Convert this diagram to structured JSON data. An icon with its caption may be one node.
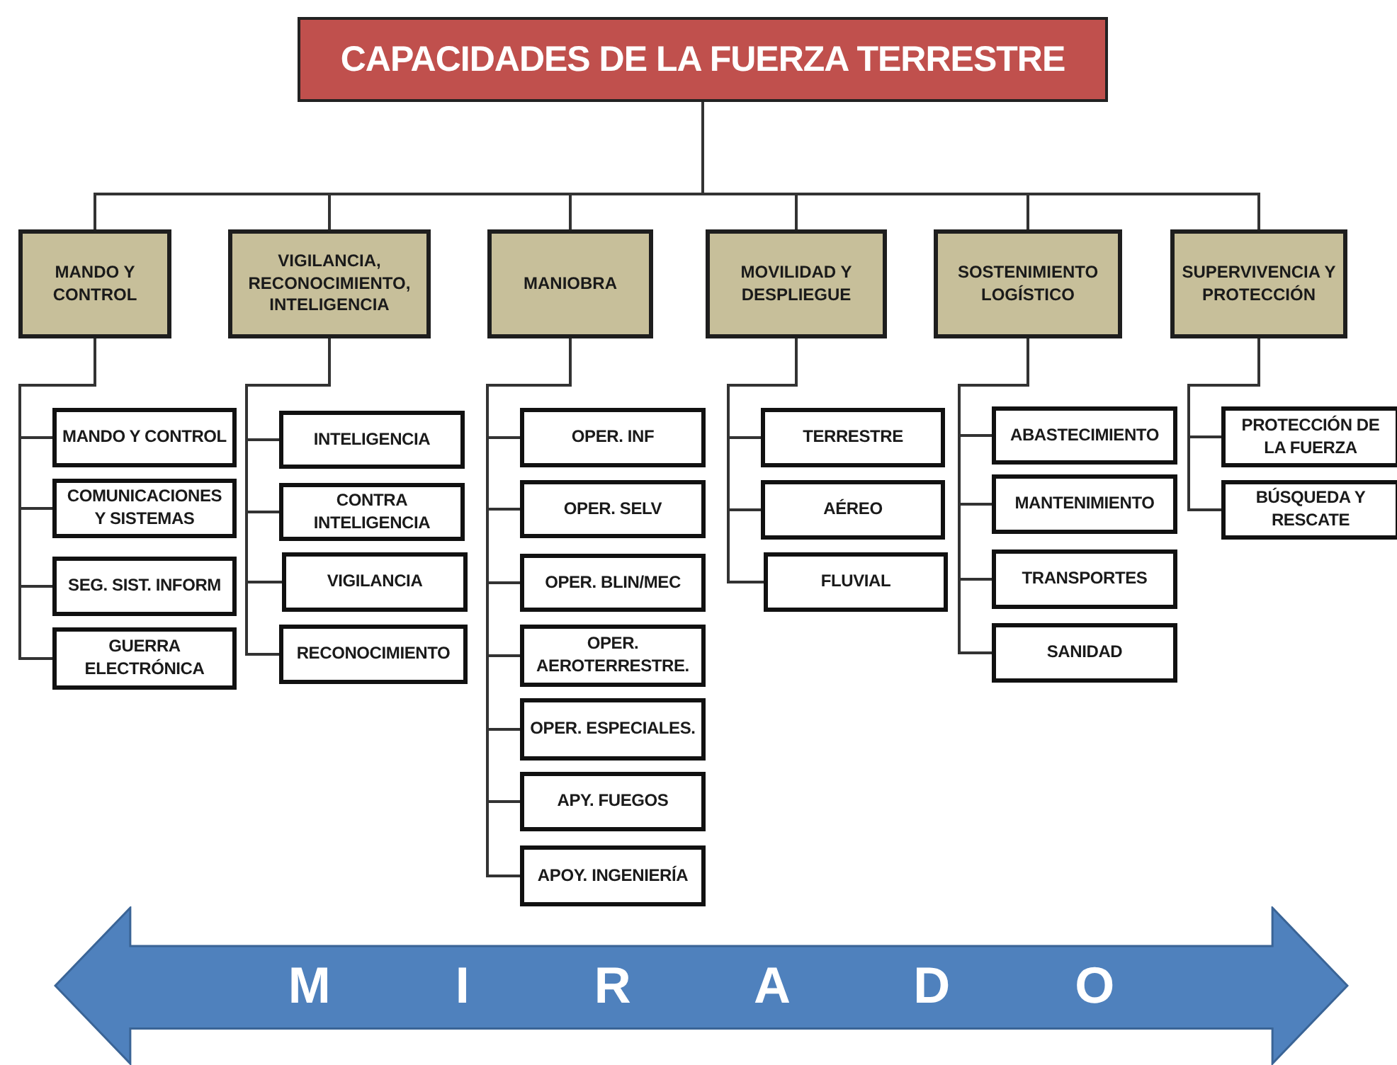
{
  "diagram": {
    "nodes": [
      {
        "text": [
          "CAPACIDADES DE LA FUERZA TERRESTRE"
        ]
      },
      {
        "text": [
          "MANDO Y CONTROL"
        ]
      },
      {
        "text": [
          "VIGILANCIA, RECONOCIMIENTO, INTELIGENCIA"
        ]
      },
      {
        "text": [
          "MANIOBRA"
        ]
      },
      {
        "text": [
          "MOVILIDAD Y DESPLIEGUE"
        ]
      },
      {
        "text": [
          "SOSTENIMIENTO LOGÍSTICO"
        ]
      },
      {
        "text": [
          "SUPERVIVENCIA Y PROTECCIÓN"
        ]
      },
      {
        "text": [
          "MANDO Y CONTROL"
        ]
      },
      {
        "text": [
          "COMUNICACIONES Y SISTEMAS"
        ]
      },
      {
        "text": [
          "SEG. SIST. INFORM"
        ]
      },
      {
        "text": [
          "GUERRA ELECTRÓNICA"
        ]
      },
      {
        "text": [
          "INTELIGENCIA"
        ]
      },
      {
        "text": [
          "CONTRA INTELIGENCIA"
        ]
      },
      {
        "text": [
          "VIGILANCIA"
        ]
      },
      {
        "text": [
          "RECONOCIMIENTO"
        ]
      },
      {
        "text": [
          "OPER. INF"
        ]
      },
      {
        "text": [
          "OPER. SELV"
        ]
      },
      {
        "text": [
          "OPER. BLIN/MEC"
        ]
      },
      {
        "text": [
          "OPER. AEROTERRESTRE."
        ]
      },
      {
        "text": [
          "OPER. ESPECIALES."
        ]
      },
      {
        "text": [
          "APY. FUEGOS"
        ]
      },
      {
        "text": [
          "APOY. INGENIERÍA"
        ]
      },
      {
        "text": [
          "TERRESTRE"
        ]
      },
      {
        "text": [
          "AÉREO"
        ]
      },
      {
        "text": [
          "FLUVIAL"
        ]
      },
      {
        "text": [
          "ABASTECIMIENTO"
        ]
      },
      {
        "text": [
          "MANTENIMIENTO"
        ]
      },
      {
        "text": [
          "TRANSPORTES"
        ]
      },
      {
        "text": [
          "SANIDAD"
        ]
      },
      {
        "text": [
          "PROTECCIÓN DE LA FUERZA"
        ]
      },
      {
        "text": [
          "BÚSQUEDA Y RESCATE"
        ]
      },
      {
        "text": [
          "M I R A D O"
        ]
      }
    ],
    "edges": [
      {
        "from": 0,
        "to": 1,
        "arrow": "none"
      },
      {
        "from": 0,
        "to": 2,
        "arrow": "none"
      },
      {
        "from": 0,
        "to": 3,
        "arrow": "none"
      },
      {
        "from": 0,
        "to": 4,
        "arrow": "none"
      },
      {
        "from": 0,
        "to": 5,
        "arrow": "none"
      },
      {
        "from": 0,
        "to": 6,
        "arrow": "none"
      },
      {
        "from": 1,
        "to": 7,
        "arrow": "none"
      },
      {
        "from": 1,
        "to": 8,
        "arrow": "none"
      },
      {
        "from": 1,
        "to": 9,
        "arrow": "none"
      },
      {
        "from": 1,
        "to": 10,
        "arrow": "none"
      },
      {
        "from": 2,
        "to": 11,
        "arrow": "none"
      },
      {
        "from": 2,
        "to": 12,
        "arrow": "none"
      },
      {
        "from": 2,
        "to": 13,
        "arrow": "none"
      },
      {
        "from": 2,
        "to": 14,
        "arrow": "none"
      },
      {
        "from": 3,
        "to": 15,
        "arrow": "none"
      },
      {
        "from": 3,
        "to": 16,
        "arrow": "none"
      },
      {
        "from": 3,
        "to": 17,
        "arrow": "none"
      },
      {
        "from": 3,
        "to": 18,
        "arrow": "none"
      },
      {
        "from": 3,
        "to": 19,
        "arrow": "none"
      },
      {
        "from": 3,
        "to": 20,
        "arrow": "none"
      },
      {
        "from": 3,
        "to": 21,
        "arrow": "none"
      },
      {
        "from": 4,
        "to": 22,
        "arrow": "none"
      },
      {
        "from": 4,
        "to": 23,
        "arrow": "none"
      },
      {
        "from": 4,
        "to": 24,
        "arrow": "none"
      },
      {
        "from": 5,
        "to": 25,
        "arrow": "none"
      },
      {
        "from": 5,
        "to": 26,
        "arrow": "none"
      },
      {
        "from": 5,
        "to": 27,
        "arrow": "none"
      },
      {
        "from": 5,
        "to": 28,
        "arrow": "none"
      },
      {
        "from": 6,
        "to": 29,
        "arrow": "none"
      },
      {
        "from": 6,
        "to": 30,
        "arrow": "none"
      }
    ]
  }
}
